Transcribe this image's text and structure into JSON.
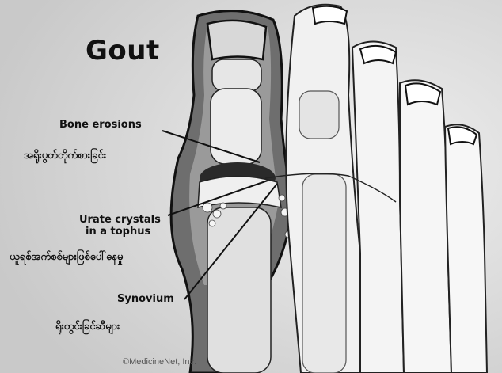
{
  "title": "Gout",
  "labels": {
    "bone_erosions": "Bone erosions",
    "bone_erosions_my": "အရိုးပွတ်တိုက်စားခြင်း",
    "urate_crystals_line1": "Urate crystals",
    "urate_crystals_line2": "in a tophus",
    "urate_crystals_my": "ယူရစ်အက်စစ်များဖြစ်ပေါ်နေမှု",
    "synovium": "Synovium",
    "synovium_my": "ရိုးတွင်းခြင်ဆီများ"
  },
  "credit": "©MedicineNet, Inc."
}
